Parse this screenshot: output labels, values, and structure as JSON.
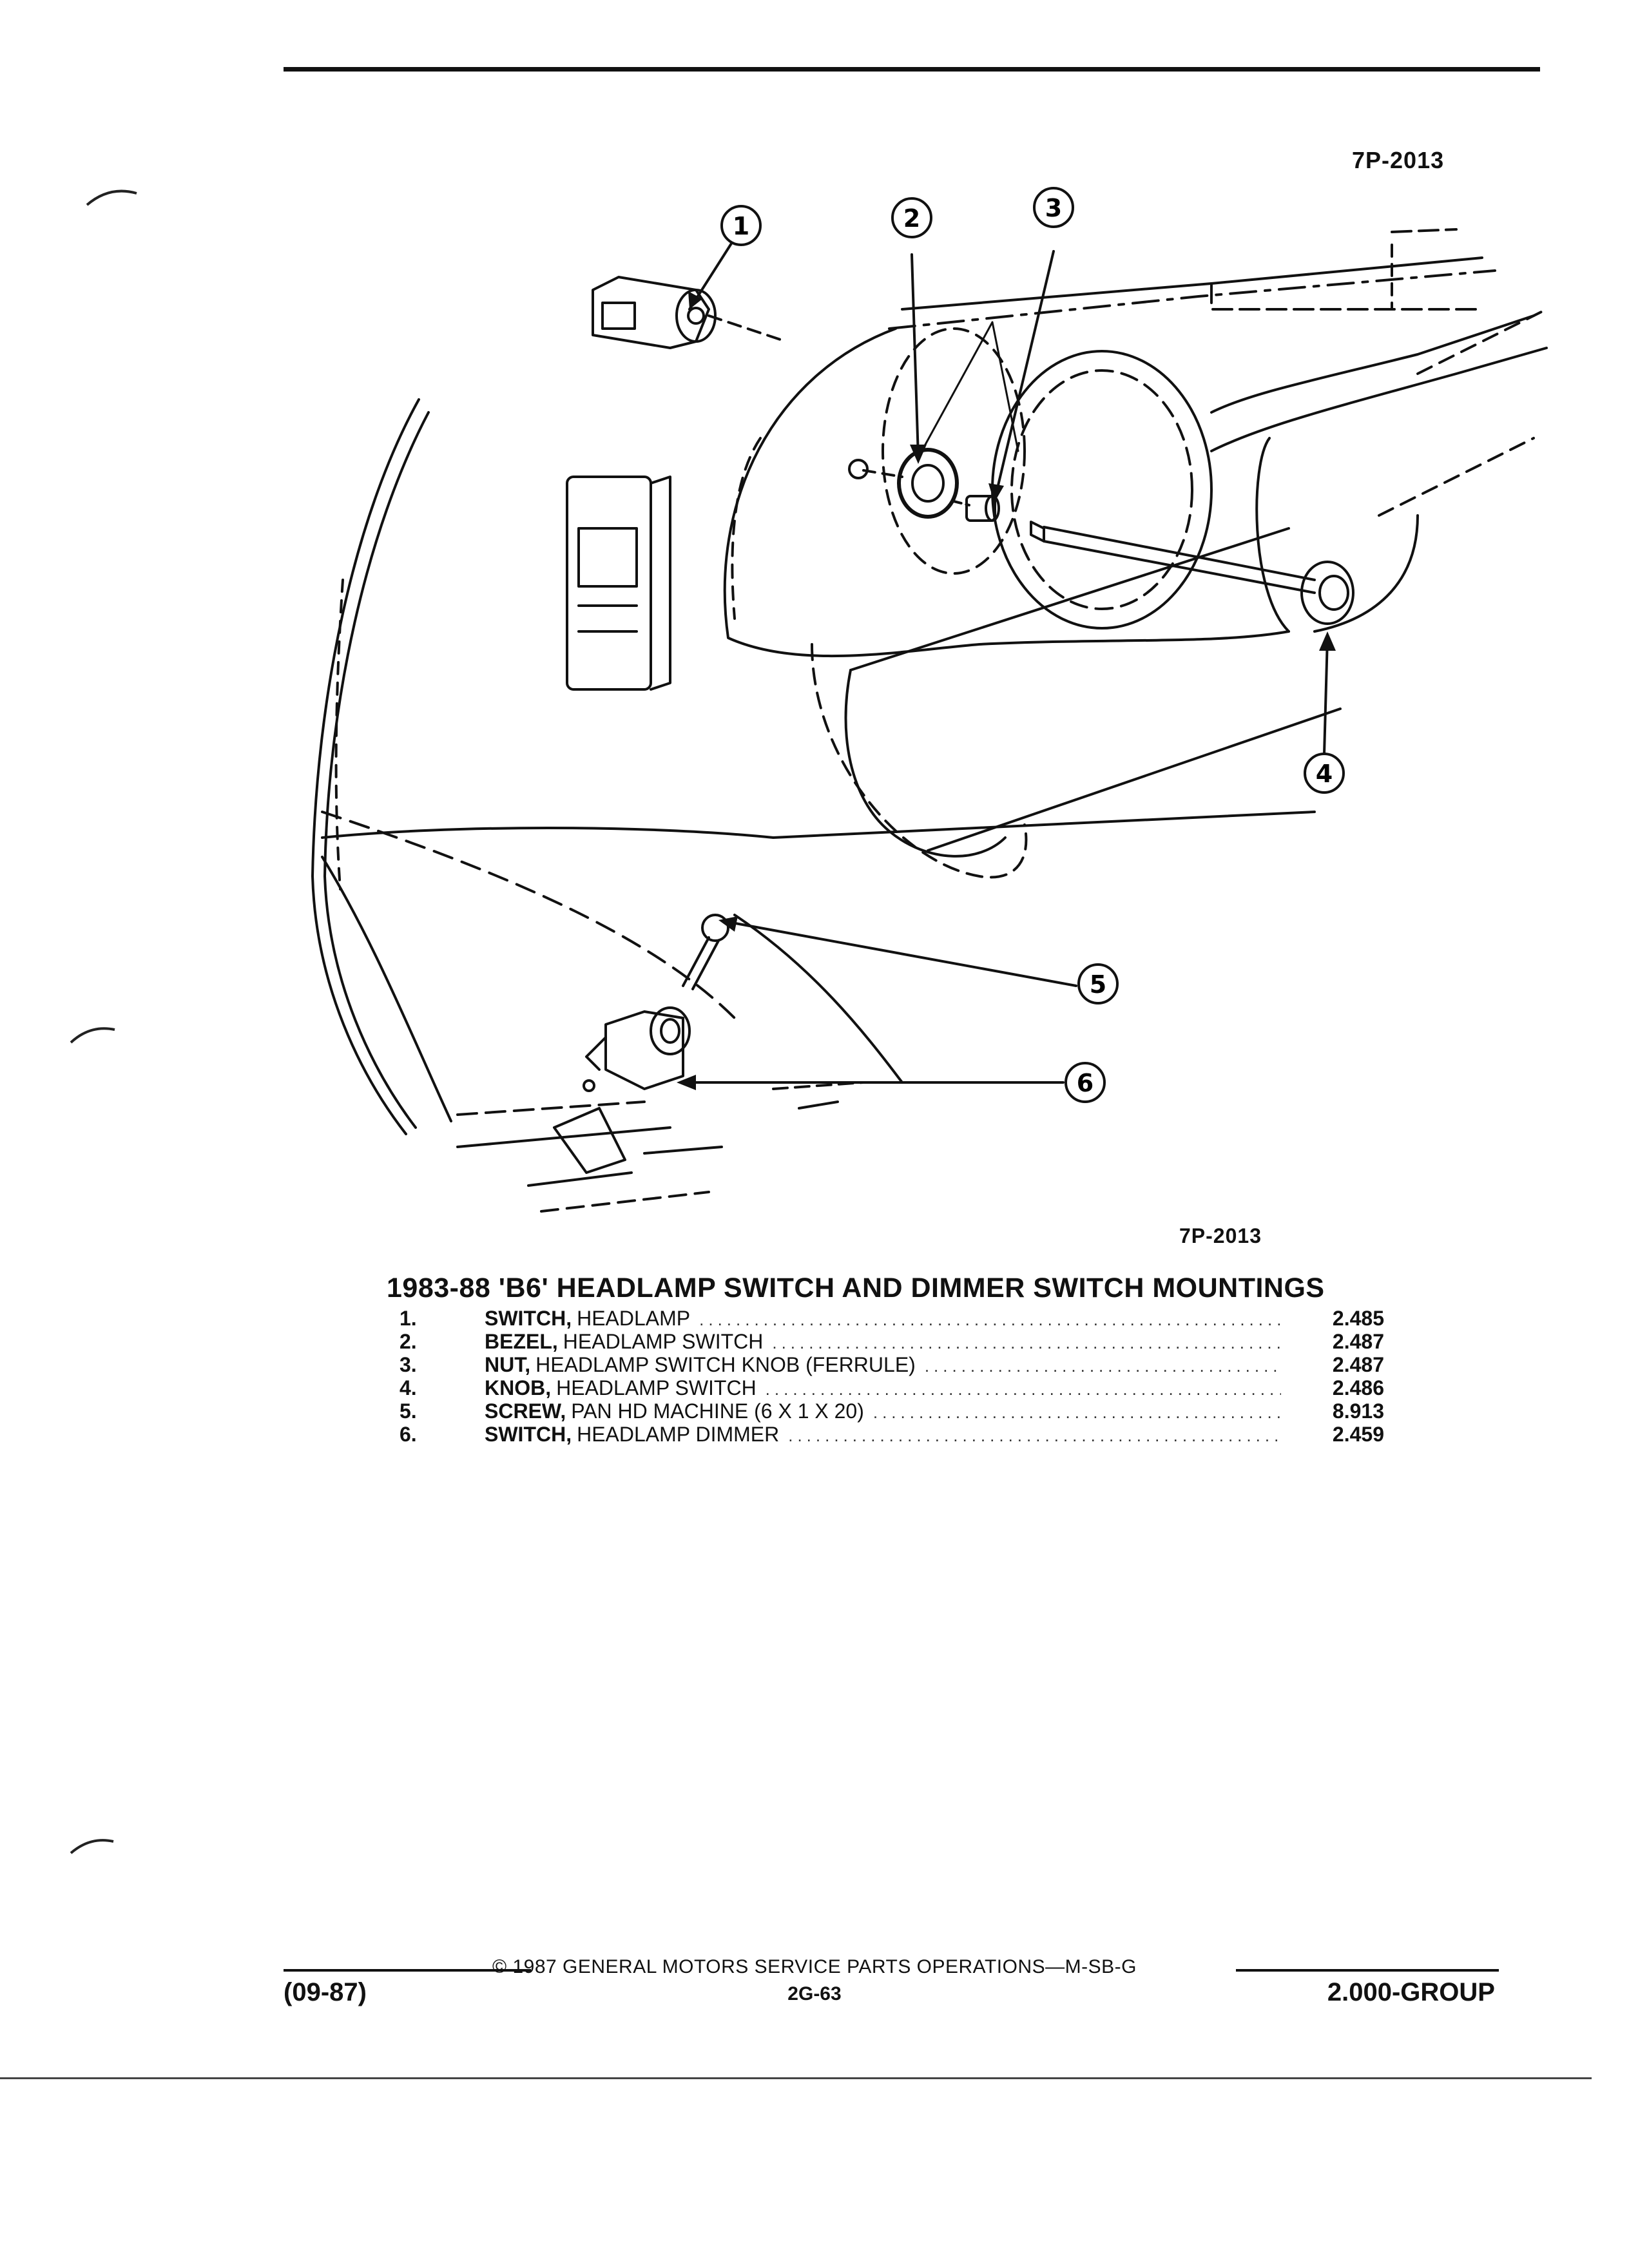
{
  "header": {
    "figure_code": "7P-2013"
  },
  "diagram": {
    "callouts": [
      "1",
      "2",
      "3",
      "4",
      "5",
      "6"
    ],
    "figure_code": "7P-2013"
  },
  "section": {
    "title": "1983-88 'B6' HEADLAMP SWITCH AND DIMMER SWITCH MOUNTINGS"
  },
  "parts": [
    {
      "num": "1.",
      "name": "SWITCH,",
      "desc": "HEADLAMP",
      "ref": "2.485"
    },
    {
      "num": "2.",
      "name": "BEZEL,",
      "desc": "HEADLAMP SWITCH",
      "ref": "2.487"
    },
    {
      "num": "3.",
      "name": "NUT,",
      "desc": "HEADLAMP SWITCH KNOB (FERRULE)",
      "ref": "2.487"
    },
    {
      "num": "4.",
      "name": "KNOB,",
      "desc": "HEADLAMP SWITCH",
      "ref": "2.486"
    },
    {
      "num": "5.",
      "name": "SCREW,",
      "desc": "PAN HD MACHINE (6 X 1 X 20)",
      "ref": "8.913"
    },
    {
      "num": "6.",
      "name": "SWITCH,",
      "desc": "HEADLAMP DIMMER",
      "ref": "2.459"
    }
  ],
  "footer": {
    "copyright": "© 1987 GENERAL MOTORS SERVICE PARTS OPERATIONS—M-SB-G",
    "page": "2G-63",
    "date": "(09-87)",
    "group": "2.000-GROUP"
  }
}
